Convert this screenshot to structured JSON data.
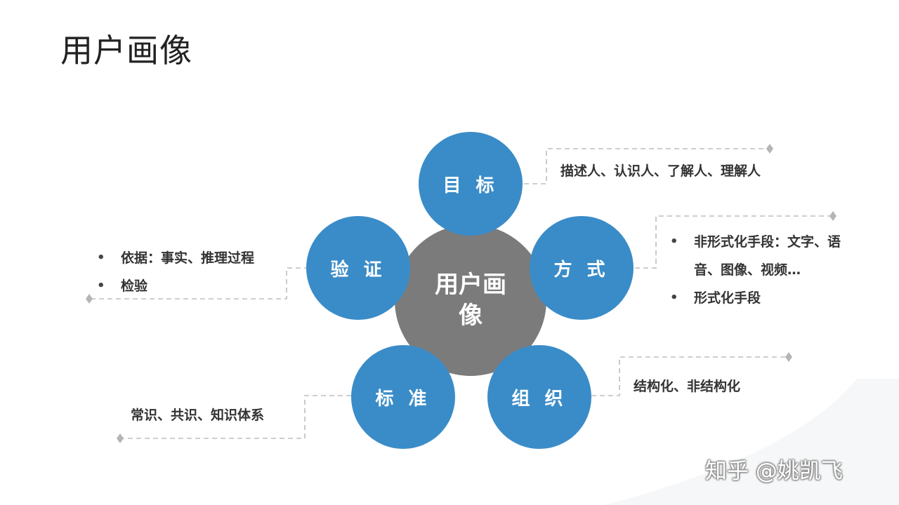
{
  "title": "用户画像",
  "center": {
    "label": "用户画像"
  },
  "nodes": {
    "goal": {
      "label": "目 标",
      "description": "描述人、认识人、了解人、理解人"
    },
    "method": {
      "label": "方 式",
      "bullets": [
        "非形式化手段：文字、语音、图像、视频…",
        "形式化手段"
      ]
    },
    "organize": {
      "label": "组 织",
      "description": "结构化、非结构化"
    },
    "standard": {
      "label": "标 准",
      "description": "常识、共识、知识体系"
    },
    "verify": {
      "label": "验 证",
      "bullets": [
        "依据：事实、推理过程",
        "检验"
      ]
    }
  },
  "colors": {
    "node": "#3a8cc8",
    "center": "#7b7b7b",
    "connector": "#bdbdbd"
  },
  "watermark": "知乎 @姚凯飞"
}
